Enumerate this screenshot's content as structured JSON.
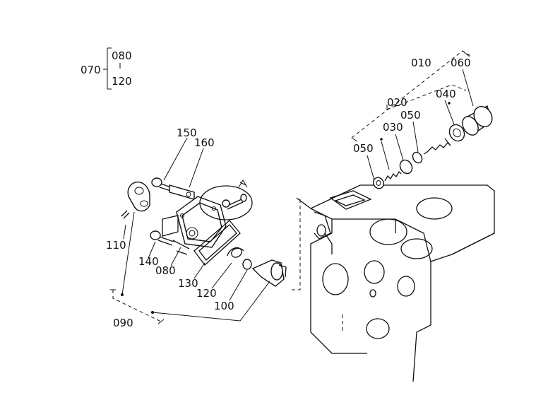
{
  "labels": {
    "p070": "070",
    "p070_sub_top": "080",
    "p070_sub_bottom": "120",
    "p010": "010",
    "p060": "060",
    "p020": "020",
    "p040": "040",
    "p050_top": "050",
    "p030": "030",
    "p050_left": "050",
    "p150": "150",
    "p160": "160",
    "p110": "110",
    "p140": "140",
    "p080": "080",
    "p130": "130",
    "p120": "120",
    "p100": "100",
    "p090": "090"
  }
}
